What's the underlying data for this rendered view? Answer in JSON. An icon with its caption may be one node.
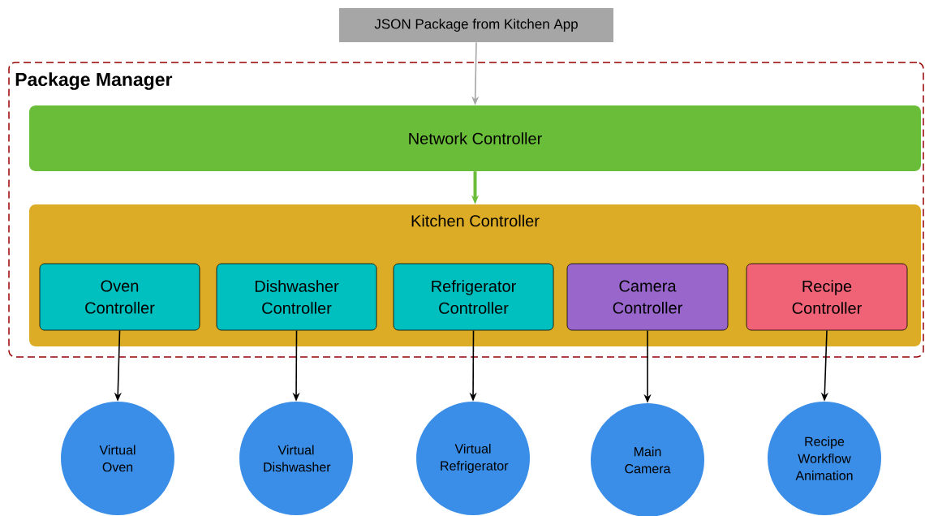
{
  "diagram": {
    "nodes": [
      {
        "text": [
          "JSON Package from Kitchen App"
        ]
      },
      {
        "text": [
          "Package Manager"
        ]
      },
      {
        "text": [
          "Network Controller"
        ],
        "in": 1
      },
      {
        "text": [
          "Kitchen Controller"
        ],
        "in": 1
      },
      {
        "text": [
          "Oven Controller"
        ],
        "in": 3
      },
      {
        "text": [
          "Dishwasher Controller"
        ],
        "in": 3
      },
      {
        "text": [
          "Refrigerator Controller"
        ],
        "in": 3
      },
      {
        "text": [
          "Camera Controller"
        ],
        "in": 3
      },
      {
        "text": [
          "Recipe Controller"
        ],
        "in": 3
      },
      {
        "text": [
          "Virtual Oven"
        ]
      },
      {
        "text": [
          "Virtual Dishwasher"
        ]
      },
      {
        "text": [
          "Virtual Refrigerator"
        ]
      },
      {
        "text": [
          "Main Camera"
        ]
      },
      {
        "text": [
          "Recipe Workflow Animation"
        ]
      }
    ],
    "edges": [
      {
        "from": 0,
        "to": 2,
        "arrow": "to",
        "color": "#a6a6a6"
      },
      {
        "from": 2,
        "to": 3,
        "arrow": "to",
        "style": "thick",
        "color": "#6abd38"
      },
      {
        "from": 4,
        "to": 9,
        "arrow": "to"
      },
      {
        "from": 5,
        "to": 10,
        "arrow": "to"
      },
      {
        "from": 6,
        "to": 11,
        "arrow": "to"
      },
      {
        "from": 7,
        "to": 12,
        "arrow": "to"
      },
      {
        "from": 8,
        "to": 13,
        "arrow": "to"
      }
    ]
  }
}
